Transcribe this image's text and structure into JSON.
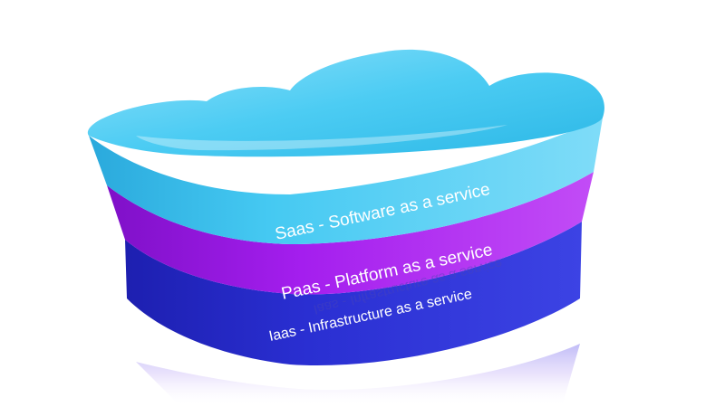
{
  "diagram": {
    "layers": [
      {
        "id": "saas",
        "label": "Saas - Software as a service",
        "color": "#39c6f0"
      },
      {
        "id": "paas",
        "label": "Paas - Platform as a service",
        "color": "#a61df0"
      },
      {
        "id": "iaas",
        "label": "Iaas - Infrastructure as a service",
        "color": "#2a2fd0"
      }
    ],
    "reflection": {
      "label": "Iaas - Infrastructure as a service"
    },
    "colors": {
      "top": "#5fd2f7",
      "top_highlight": "#b8ecfb",
      "saas": "#39c6f0",
      "paas": "#a61df0",
      "iaas": "#2a2fd0",
      "background": "#ffffff"
    }
  }
}
